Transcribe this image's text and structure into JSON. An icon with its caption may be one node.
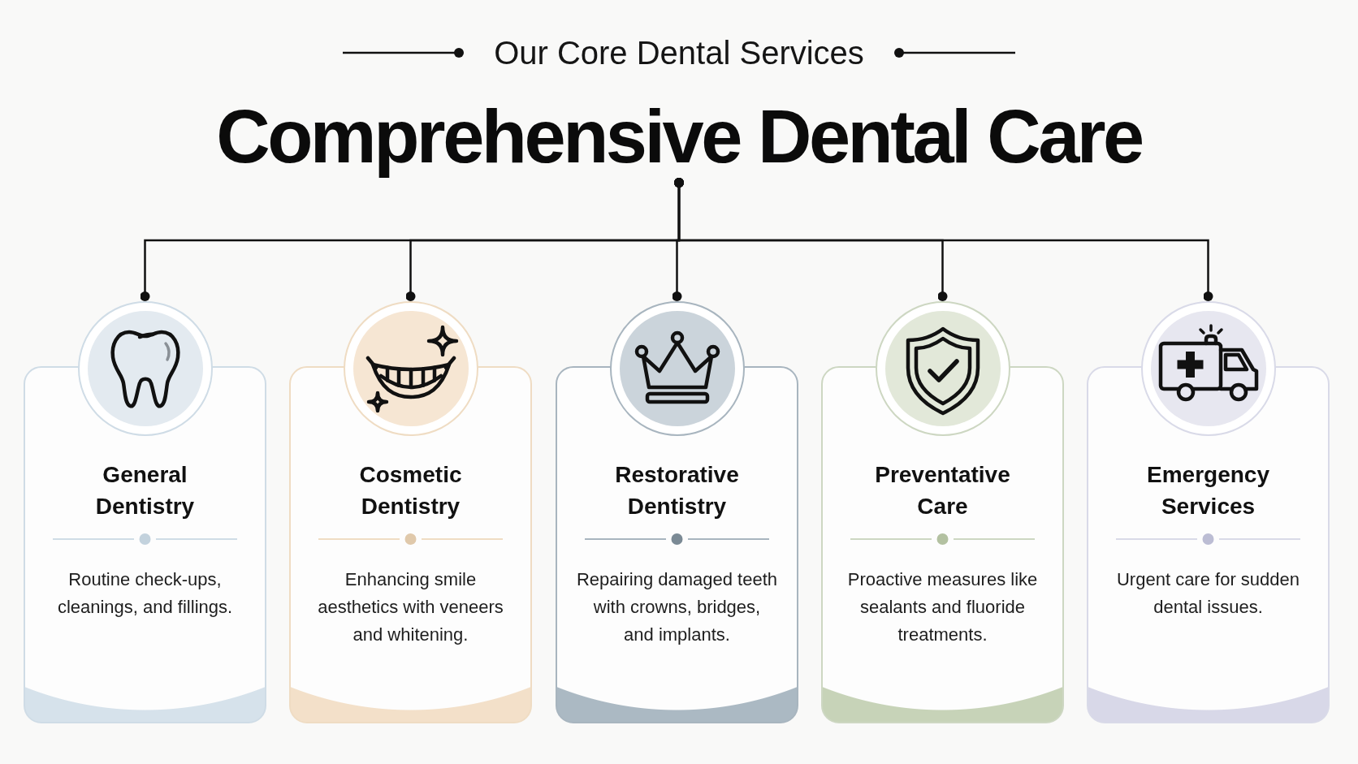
{
  "diagram": {
    "nodes": [
      {
        "text": [
          "Comprehensive Dental Care"
        ]
      },
      {
        "text": [
          "General Dentistry",
          "Routine check-ups, cleanings, and fillings."
        ]
      },
      {
        "text": [
          "Cosmetic Dentistry",
          "Enhancing smile aesthetics with veneers and whitening."
        ]
      },
      {
        "text": [
          "Restorative Dentistry",
          "Repairing damaged teeth with crowns, bridges, and implants."
        ]
      },
      {
        "text": [
          "Preventative Care",
          "Proactive measures like sealants and fluoride treatments."
        ]
      },
      {
        "text": [
          "Emergency Services",
          "Urgent care for sudden dental issues."
        ]
      }
    ],
    "edges": [
      {
        "from": 0,
        "to": 1,
        "arrow": "other"
      },
      {
        "from": 0,
        "to": 2,
        "arrow": "other"
      },
      {
        "from": 0,
        "to": 3,
        "arrow": "other"
      },
      {
        "from": 0,
        "to": 4,
        "arrow": "other"
      },
      {
        "from": 0,
        "to": 5,
        "arrow": "other"
      }
    ],
    "labels": [
      "Our Core Dental Services"
    ]
  }
}
